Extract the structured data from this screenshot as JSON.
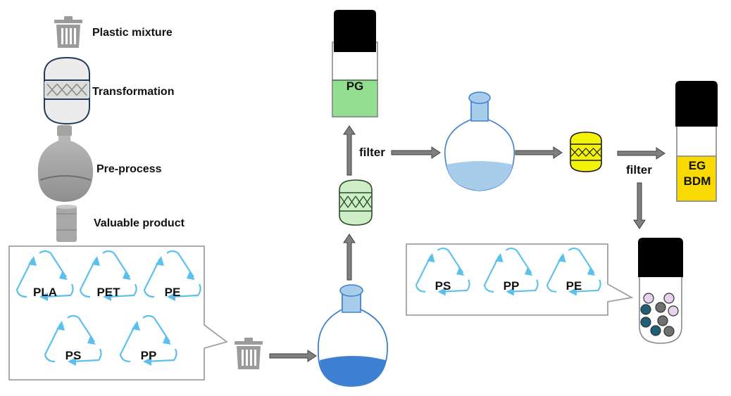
{
  "legend": {
    "plastic_mixture": "Plastic mixture",
    "transformation": "Transformation",
    "pre_process": "Pre-process",
    "valuable_product": "Valuable product"
  },
  "input_plastics": [
    "PLA",
    "PET",
    "PE",
    "PS",
    "PP"
  ],
  "recovered_plastics": [
    "PS",
    "PP",
    "PE"
  ],
  "products": {
    "pg": "PG",
    "eg": "EG",
    "bdm": "BDM"
  },
  "steps": {
    "filter_1": "filter",
    "filter_2": "filter"
  },
  "colors": {
    "gray_icon": "#9b9b9b",
    "recycle_blue": "#5bc0eb",
    "flask_light": "#a8cdea",
    "flask_dark": "#3d7fd0",
    "pg_green": "#92e08f",
    "reactor_green": "#cdeec6",
    "reactor_yellow": "#f4f20a",
    "product_yellow": "#f8da00",
    "bead_dark": "#1f5f7a",
    "bead_gray": "#707070",
    "bead_pink": "#e6d3ee"
  }
}
